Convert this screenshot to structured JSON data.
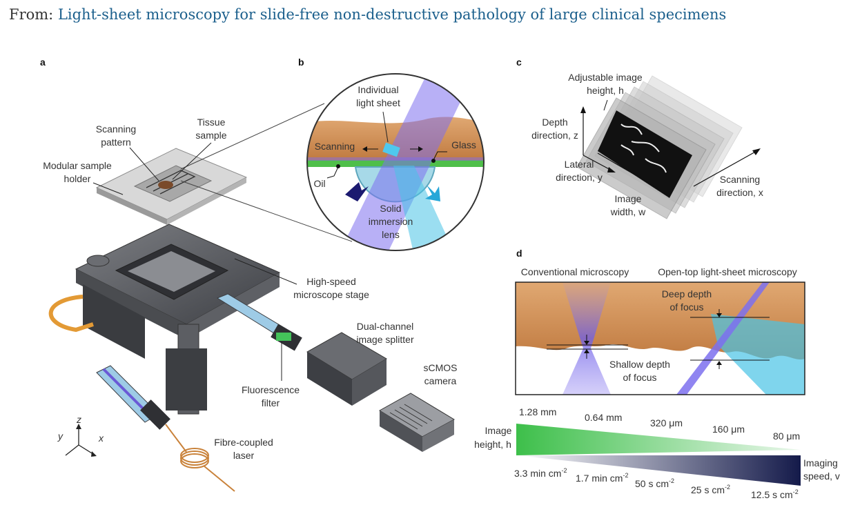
{
  "header": {
    "prefix": "From:",
    "article_title": "Light-sheet microscopy for slide-free non-destructive pathology of large clinical specimens"
  },
  "panels": {
    "a": {
      "label": "a",
      "scanning_pattern": [
        "Scanning",
        "pattern"
      ],
      "tissue_sample": [
        "Tissue",
        "sample"
      ],
      "modular_holder": [
        "Modular sample",
        "holder"
      ],
      "stage": [
        "High-speed",
        "microscope stage"
      ],
      "splitter": [
        "Dual-channel",
        "image splitter"
      ],
      "camera": [
        "sCMOS",
        "camera"
      ],
      "filter": [
        "Fluorescence",
        "filter"
      ],
      "laser": [
        "Fibre-coupled",
        "laser"
      ],
      "axes": {
        "z": "z",
        "y": "y",
        "x": "x"
      }
    },
    "b": {
      "label": "b",
      "light_sheet": [
        "Individual",
        "light sheet"
      ],
      "scanning": "Scanning",
      "glass": "Glass",
      "oil": "Oil",
      "lens": [
        "Solid",
        "immersion",
        "lens"
      ]
    },
    "c": {
      "label": "c",
      "adjustable_height": [
        "Adjustable image",
        "height, h"
      ],
      "depth": [
        "Depth",
        "direction, z"
      ],
      "lateral": [
        "Lateral",
        "direction, y"
      ],
      "image_width": [
        "Image",
        "width, w"
      ],
      "scanning_dir": [
        "Scanning",
        "direction, x"
      ]
    },
    "d": {
      "label": "d",
      "conventional": "Conventional microscopy",
      "open_top": "Open-top light-sheet microscopy",
      "deep": [
        "Deep depth",
        "of focus"
      ],
      "shallow": [
        "Shallow depth",
        "of focus"
      ],
      "height_title": [
        "Image",
        "height, h"
      ],
      "speed_title": [
        "Imaging",
        "speed, v"
      ],
      "heights": [
        "1.28 mm",
        "0.64 mm",
        "320 μm",
        "160 μm",
        "80 μm"
      ],
      "speeds": [
        {
          "base": "3.3 min cm",
          "exp": "-2"
        },
        {
          "base": "1.7 min cm",
          "exp": "-2"
        },
        {
          "base": "50 s cm",
          "exp": "-2"
        },
        {
          "base": "25 s cm",
          "exp": "-2"
        },
        {
          "base": "12.5 s cm",
          "exp": "-2"
        }
      ]
    }
  },
  "colors": {
    "link": "#1b5f8c",
    "green": "#3dbf4a",
    "navy": "#141a4a",
    "tissue": "#cf8a4e",
    "laser": "#8a7ef0",
    "fluor": "#49c3e6"
  }
}
